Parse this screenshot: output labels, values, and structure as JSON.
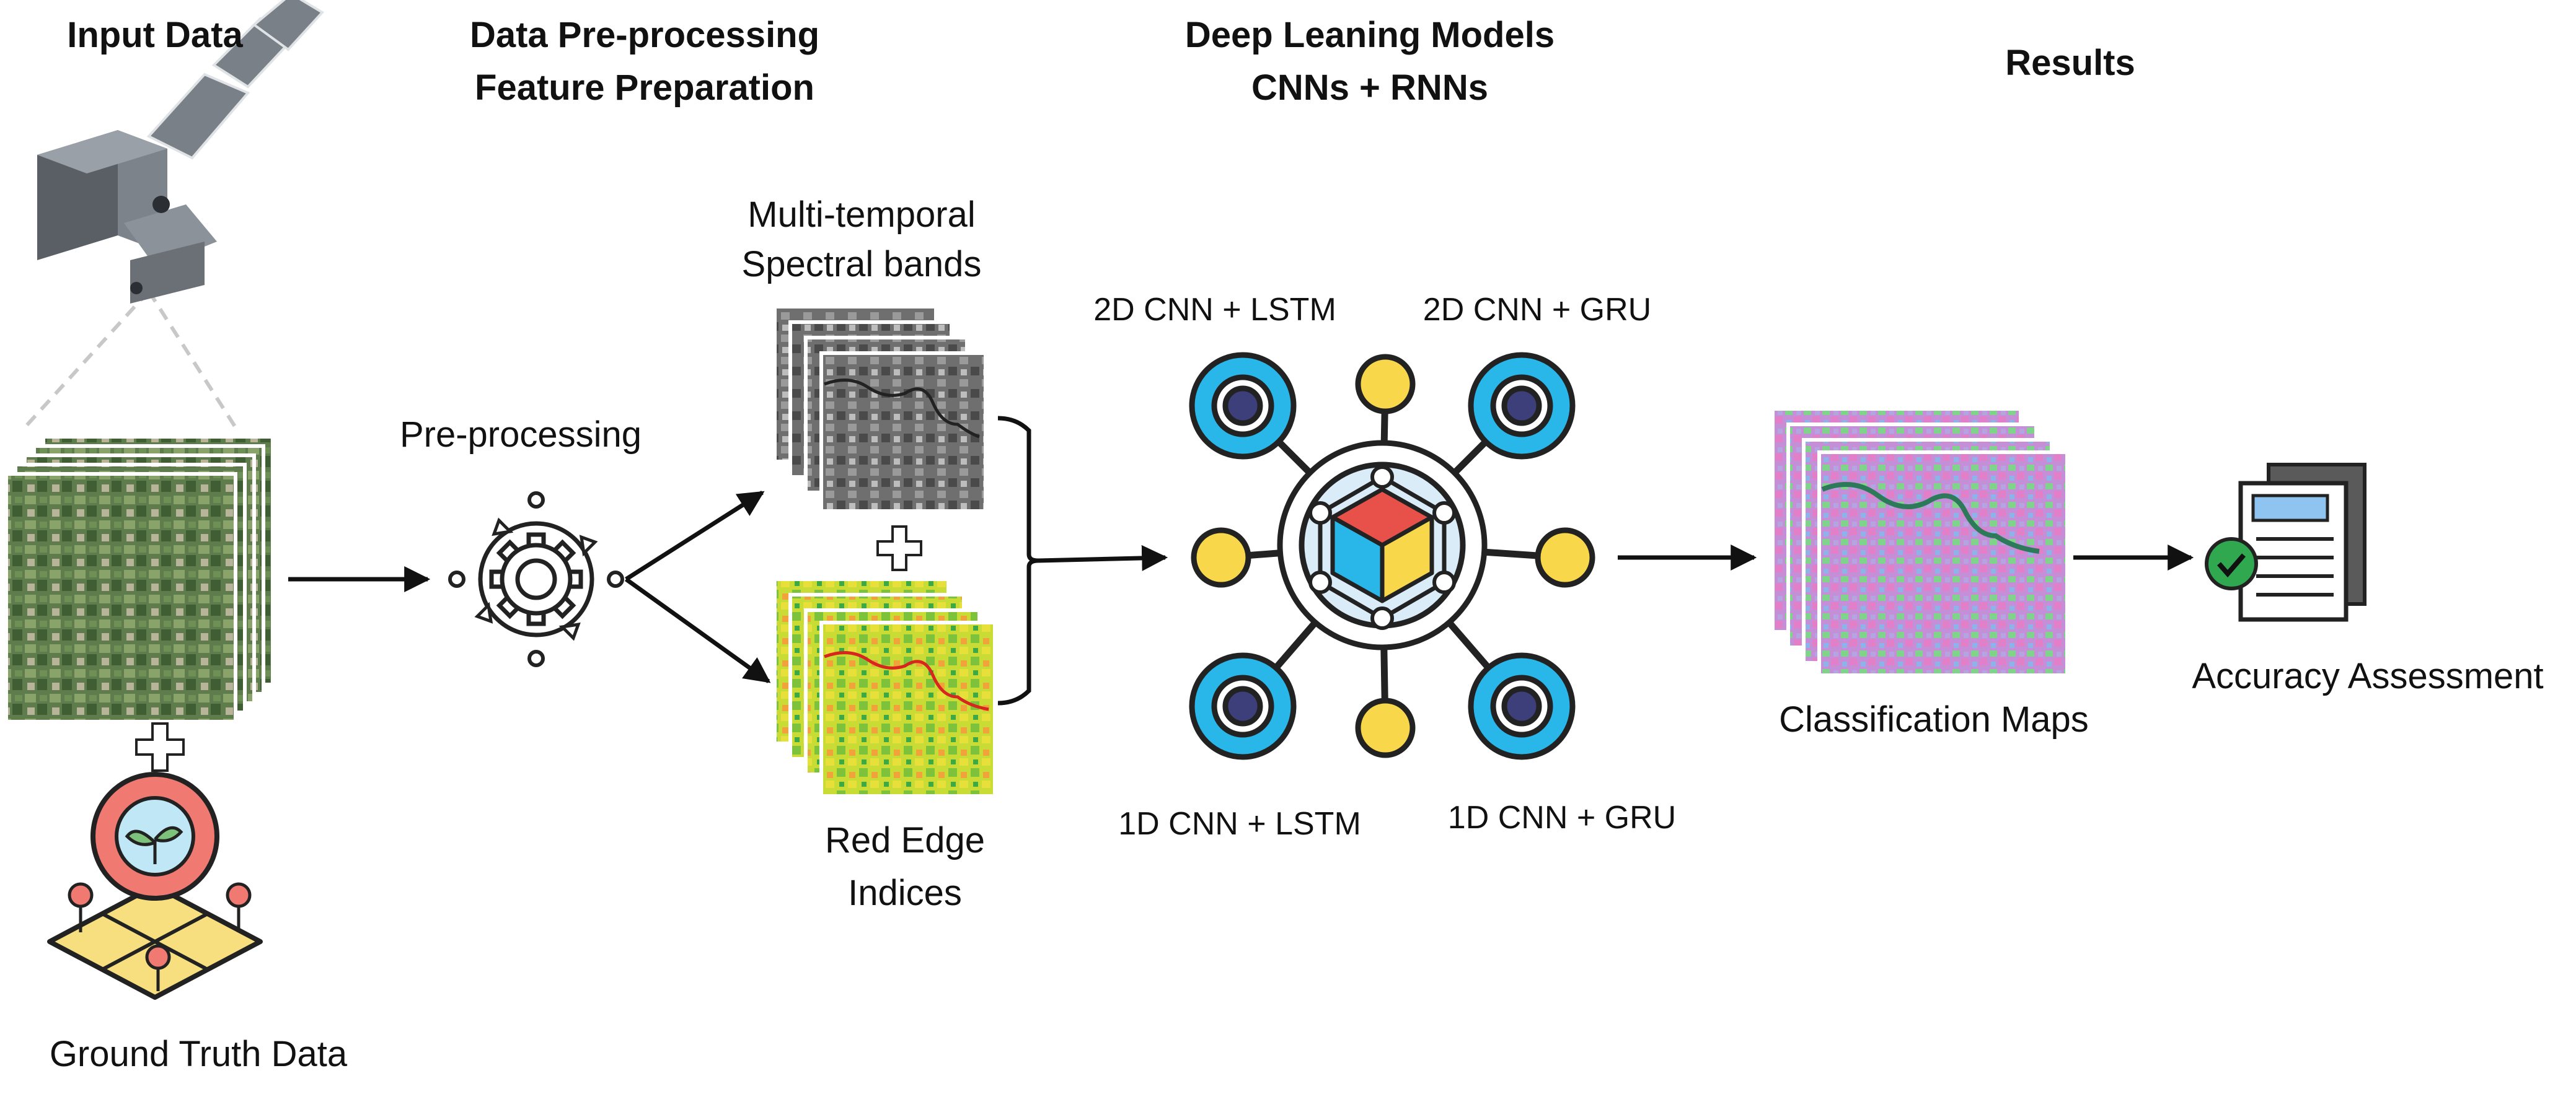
{
  "headers": {
    "input": "Input Data",
    "preprocessing_line1": "Data Pre-processing",
    "preprocessing_line2": "Feature Preparation",
    "models_line1": "Deep Leaning Models",
    "models_line2": "CNNs + RNNs",
    "results": "Results"
  },
  "labels": {
    "ground_truth": "Ground Truth Data",
    "pre_processing": "Pre-processing",
    "spectral_line1": "Multi-temporal",
    "spectral_line2": "Spectral bands",
    "red_edge_line1": "Red Edge",
    "red_edge_line2": "Indices",
    "classification_maps": "Classification Maps",
    "accuracy": "Accuracy Assessment"
  },
  "models": {
    "top_left": "2D CNN + LSTM",
    "top_right": "2D CNN + GRU",
    "bottom_left": "1D CNN + LSTM",
    "bottom_right": "1D CNN + GRU"
  },
  "icons": [
    "satellite-icon",
    "gear-cycle-icon",
    "plus-icon",
    "map-pin-icon",
    "network-hub-icon",
    "document-check-icon"
  ],
  "colors": {
    "node_blue": "#29B6E8",
    "node_yellow": "#F8D74A",
    "node_dark": "#3D3F7A",
    "vegetation_green": "#4B7A3C",
    "check_green": "#2FA84F",
    "red_accent": "#E8504A"
  }
}
